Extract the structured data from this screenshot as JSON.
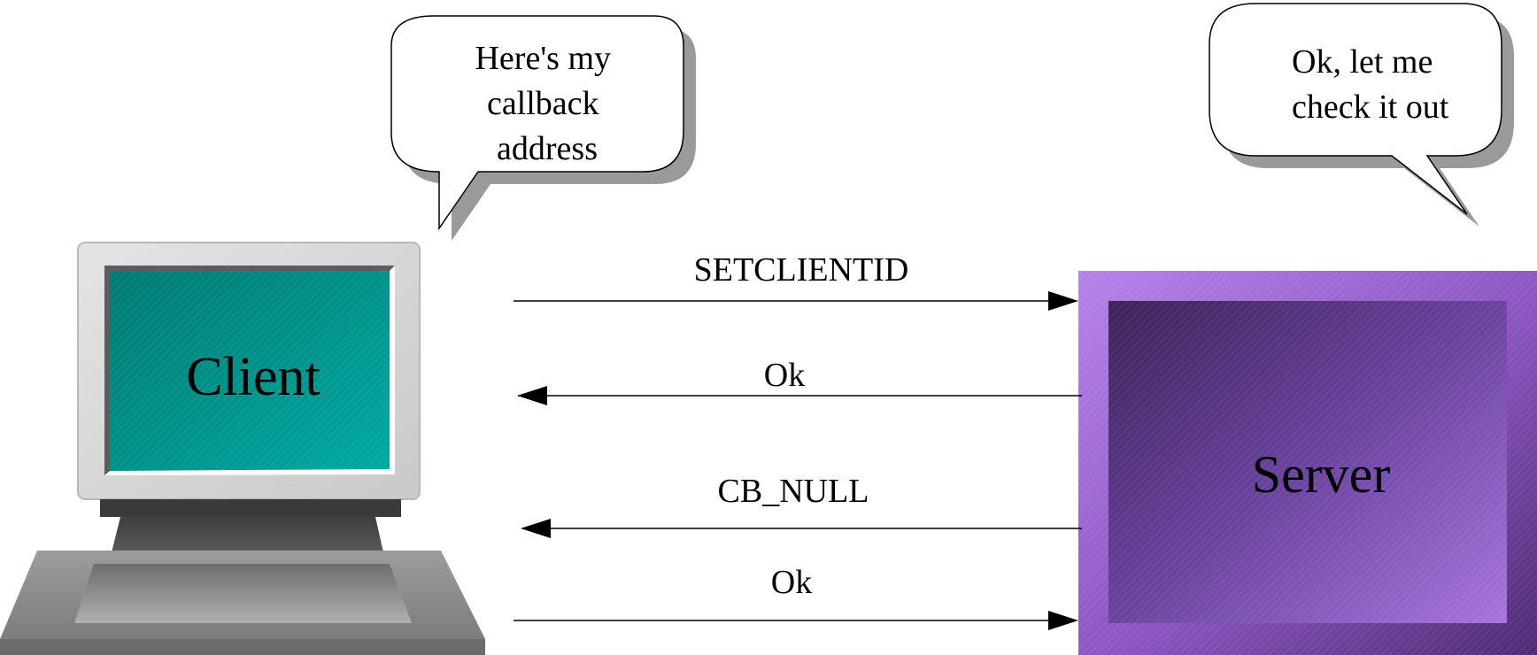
{
  "client": {
    "label": "Client",
    "speech": [
      "Here's my",
      "callback",
      "address"
    ]
  },
  "server": {
    "label": "Server",
    "speech": [
      "Ok, let me",
      "check it out"
    ]
  },
  "messages": [
    {
      "label": "SETCLIENTID",
      "direction": "client-to-server"
    },
    {
      "label": "Ok",
      "direction": "server-to-client"
    },
    {
      "label": "CB_NULL",
      "direction": "server-to-client"
    },
    {
      "label": "Ok",
      "direction": "client-to-server"
    }
  ],
  "colors": {
    "screen": "#00a39b",
    "server_outer": "#a36bd6",
    "server_inner": "#5b3a82",
    "shadow": "#9a9a9a"
  }
}
